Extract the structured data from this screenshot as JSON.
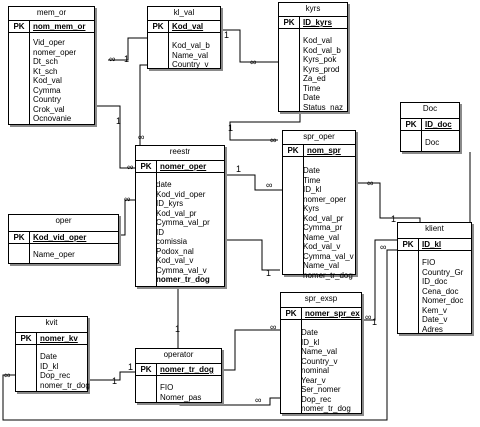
{
  "tables": {
    "mem_or": {
      "name": "mem_or",
      "pk_label": "PK",
      "key": "nom_mem_or",
      "fields": [
        "Vid_oper",
        "nomer_oper",
        "Dt_sch",
        "Kt_sch",
        "Kod_val",
        "Cymma",
        "Country",
        "Crok_val",
        "Ocnovanie"
      ]
    },
    "kl_val": {
      "name": "kl_val",
      "pk_label": "PK",
      "key": "Kod_val",
      "fields": [
        "Kod_val_b",
        "Name_val",
        "Country_v"
      ]
    },
    "kyrs": {
      "name": "kyrs",
      "pk_label": "PK",
      "key": "ID_kyrs",
      "fields": [
        "Kod_val",
        "Kod_val_b",
        "Kyrs_pok",
        "Kyrs_prod",
        "Za_ed",
        "Time",
        "Date",
        "Status_naz"
      ]
    },
    "doc": {
      "name": "Doc",
      "pk_label": "PK",
      "key": "ID_doc",
      "fields": [
        "Doc"
      ]
    },
    "reestr": {
      "name": "reestr",
      "pk_label": "PK",
      "key": "nomer_oper",
      "fields": [
        "date",
        "Kod_vid_oper",
        "ID_kyrs",
        "Kod_val_pr",
        "Cymma_val_pr",
        "ID",
        "comissia",
        "Podox_nal",
        "Kod_val_v",
        "Cymma_val_v"
      ],
      "bold_field": "nomer_tr_dog"
    },
    "spr_oper": {
      "name": "spr_oper",
      "pk_label": "PK",
      "key": "nom_spr",
      "fields": [
        "Date",
        "Time",
        "ID_kl",
        "nomer_oper",
        "Kyrs",
        "Kod_val_pr",
        "Cymma_pr",
        "Name_val",
        "Kod_val_v",
        "Cymma_val_v",
        "Name_val",
        "nomer_tr_dog"
      ]
    },
    "oper": {
      "name": "oper",
      "pk_label": "PK",
      "key": "Kod_vid_oper",
      "fields": [
        "Name_oper"
      ]
    },
    "klient": {
      "name": "klient",
      "pk_label": "PK",
      "key": "ID_kl",
      "fields": [
        "FIO",
        "Country_Gr",
        "ID_doc",
        "Cena_doc",
        "Nomer_doc",
        "Kem_v",
        "Date_v",
        "Adres"
      ]
    },
    "spr_exsp": {
      "name": "spr_exsp",
      "pk_label": "PK",
      "key": "nomer_spr_ex",
      "fields": [
        "Date",
        "ID_kl",
        "Name_val",
        "Country_v",
        "nominal",
        "Year_v",
        "Ser_nomer",
        "Dop_rec",
        "nomer_tr_dog"
      ]
    },
    "kvit": {
      "name": "kvit",
      "pk_label": "PK",
      "key": "nomer_kv",
      "fields": [
        "Date",
        "ID_kl",
        "Dop_rec",
        "nomer_tr_dog"
      ]
    },
    "operator": {
      "name": "operator",
      "pk_label": "PK",
      "key": "nomer_tr_dog",
      "fields": [
        "FIO",
        "Nomer_pas"
      ]
    }
  },
  "link_labels": {
    "one": "1",
    "many": "∞"
  }
}
